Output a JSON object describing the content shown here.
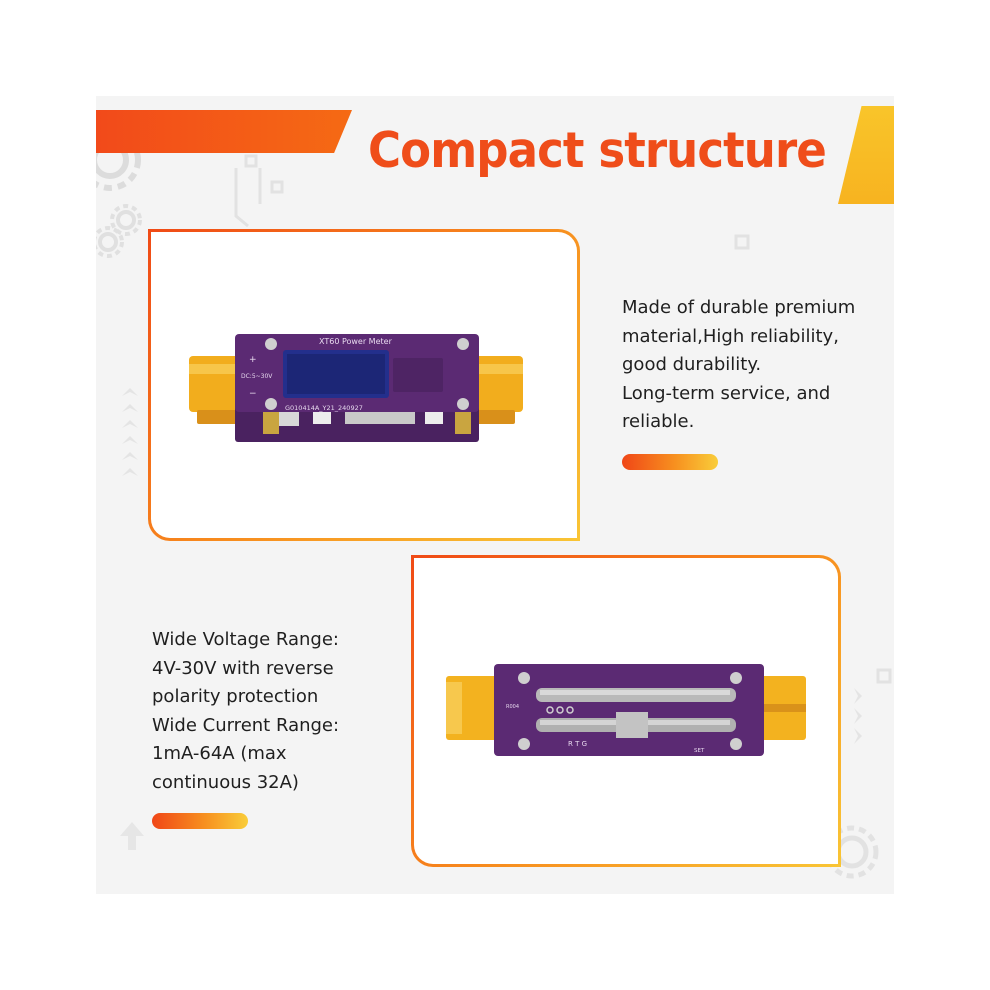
{
  "header": {
    "title": "Compact structure"
  },
  "device_top": {
    "board_label": "XT60 Power Meter",
    "plus_sign": "+",
    "minus_sign": "−",
    "voltage_label": "DC:5~30V",
    "serial": "G010414A_Y21_240927"
  },
  "device_bottom": {
    "pin_labels": "R T G",
    "set_label": "SET",
    "shunt_label": "R004"
  },
  "feature_right": {
    "lines": [
      "Made of durable premium",
      "material,High reliability,",
      "good durability.",
      "Long-term service, and",
      "reliable."
    ]
  },
  "feature_left": {
    "lines": [
      "Wide Voltage Range:",
      "4V-30V with reverse",
      "polarity protection",
      "Wide Current Range:",
      "1mA-64A (max",
      "continuous 32A)"
    ]
  },
  "colors": {
    "accent_red": "#ef4d1a",
    "accent_yellow": "#f9c52a",
    "pcb_purple": "#5b2a73",
    "connector_yellow": "#f3b21f"
  },
  "icons": [
    "gear-icon",
    "arrow-up-icon",
    "chevron-icon"
  ]
}
